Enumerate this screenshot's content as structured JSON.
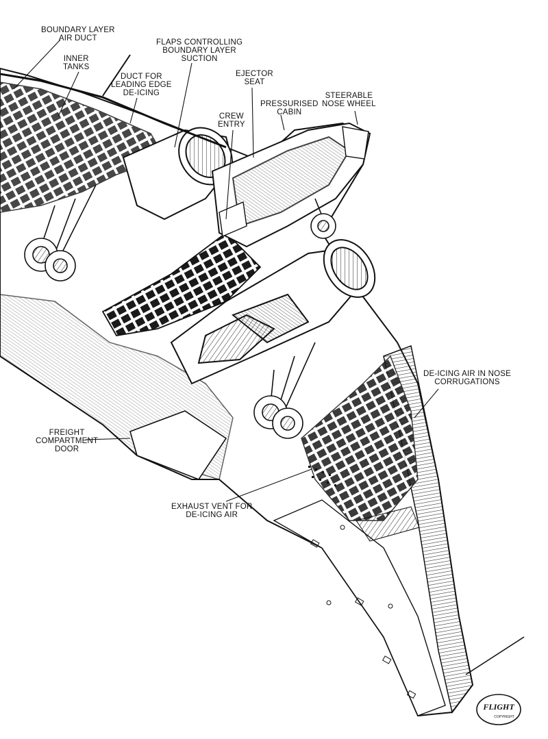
{
  "labels": {
    "boundary_layer_duct": [
      "BOUNDARY LAYER",
      "AIR DUCT"
    ],
    "inner_tanks": [
      "INNER",
      "TANKS"
    ],
    "flaps_suction": [
      "FLAPS CONTROLLING",
      "BOUNDARY LAYER",
      "SUCTION"
    ],
    "duct_leading_edge": [
      "DUCT FOR",
      "LEADING EDGE",
      "DE-ICING"
    ],
    "ejector_seat": [
      "EJECTOR",
      "SEAT"
    ],
    "pressurised_cabin": [
      "PRESSURISED",
      "CABIN"
    ],
    "steerable_nose_wheel": [
      "STEERABLE",
      "NOSE WHEEL"
    ],
    "crew_entry": [
      "CREW",
      "ENTRY"
    ],
    "deicing_nose": [
      "DE-ICING AIR IN NOSE",
      "CORRUGATIONS"
    ],
    "freight_door": [
      "FREIGHT",
      "COMPARTMENT",
      "DOOR"
    ],
    "exhaust_vent": [
      "EXHAUST VENT FOR",
      "DE-ICING AIR"
    ]
  },
  "logo": {
    "name": "FLIGHT",
    "sub": "COPYRIGHT"
  },
  "colors": {
    "ink": "#111111",
    "paper": "#ffffff",
    "shade": "#d9d9d9"
  }
}
